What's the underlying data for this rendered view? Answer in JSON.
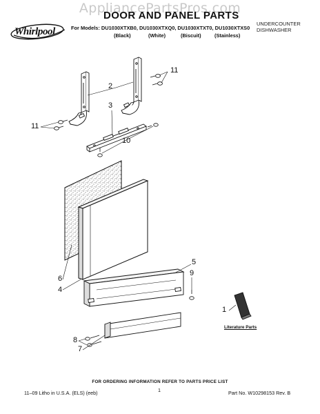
{
  "watermark": "AppliancePartsPros.com",
  "title": "DOOR AND PANEL PARTS",
  "header_right": [
    "UNDERCOUNTER",
    "DISHWASHER"
  ],
  "brand": "Whirlpool",
  "models_line": "For Models: DU1030XTXB0, DU1030XTXQ0, DU1030XTXT0, DU1030XTXS0",
  "color_labels": [
    "(Black)",
    "(White)",
    "(Biscuit)",
    "(Stainless)"
  ],
  "callouts": [
    "11",
    "2",
    "3",
    "11",
    "10",
    "6",
    "4",
    "5",
    "9",
    "1",
    "8",
    "7"
  ],
  "literature_label": "Literature Parts",
  "footer": {
    "order_info": "FOR ORDERING INFORMATION REFER TO PARTS PRICE LIST",
    "litho": "11–09 Litho in U.S.A. (ELS) (eeb)",
    "page": "1",
    "part_no": "Part No. W10298153 Rev. B"
  }
}
